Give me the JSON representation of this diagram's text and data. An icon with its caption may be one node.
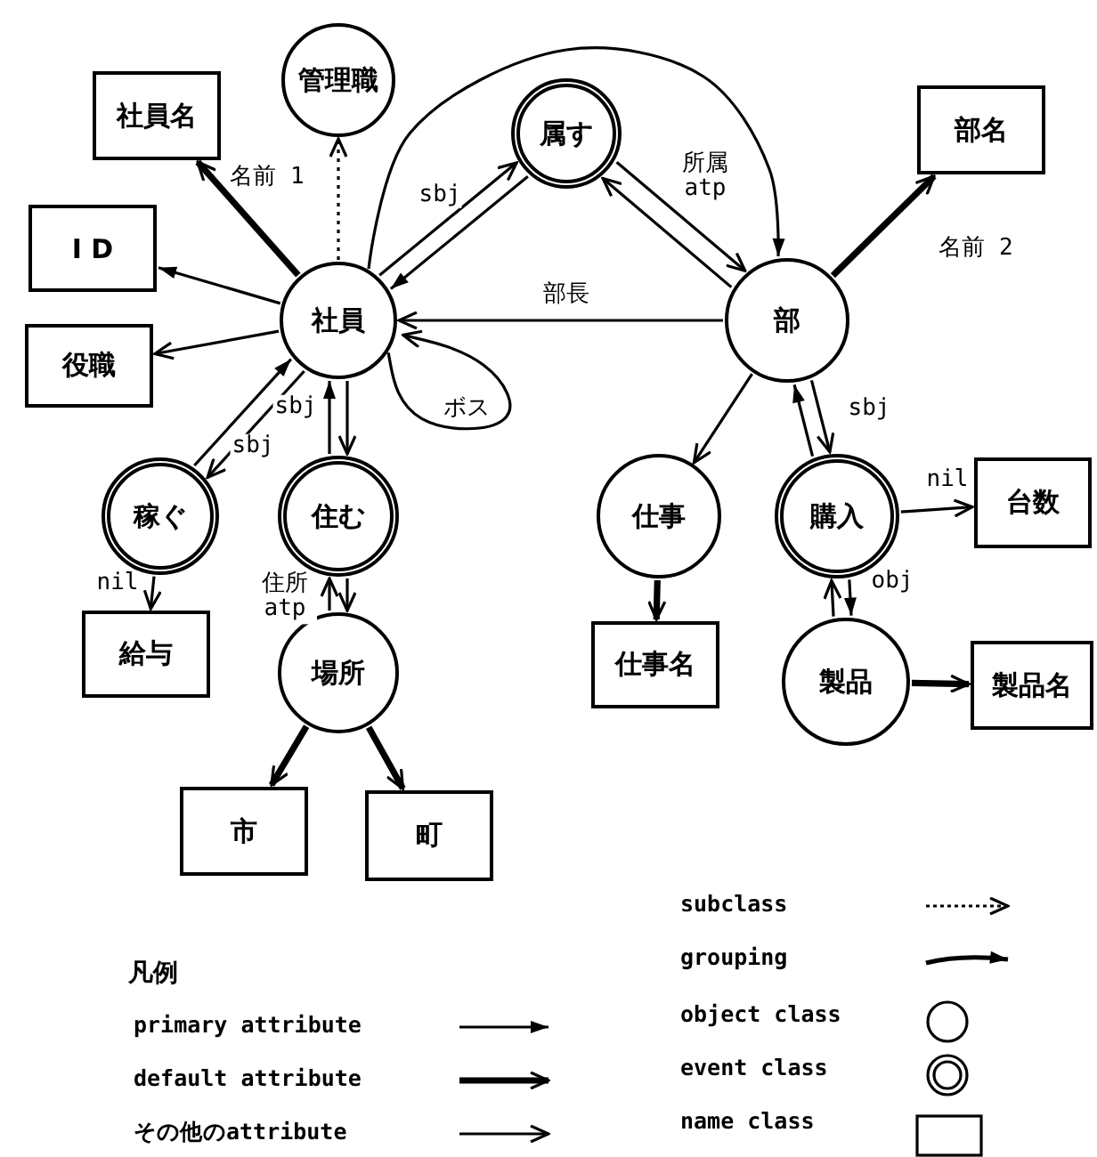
{
  "diagram": {
    "nodes": [
      {
        "text": [
          "管理職"
        ]
      },
      {
        "text": [
          "社員名"
        ]
      },
      {
        "text": [
          "I D"
        ]
      },
      {
        "text": [
          "役職"
        ]
      },
      {
        "text": [
          "社員"
        ]
      },
      {
        "text": [
          "属す"
        ]
      },
      {
        "text": [
          "部"
        ]
      },
      {
        "text": [
          "部名"
        ]
      },
      {
        "text": [
          "稼ぐ"
        ]
      },
      {
        "text": [
          "住む"
        ]
      },
      {
        "text": [
          "給与"
        ]
      },
      {
        "text": [
          "場所"
        ]
      },
      {
        "text": [
          "市"
        ]
      },
      {
        "text": [
          "町"
        ]
      },
      {
        "text": [
          "仕事"
        ]
      },
      {
        "text": [
          "購入"
        ]
      },
      {
        "text": [
          "台数"
        ]
      },
      {
        "text": [
          "仕事名"
        ]
      },
      {
        "text": [
          "製品"
        ]
      },
      {
        "text": [
          "製品名"
        ]
      }
    ],
    "edges": [
      {
        "from": 4,
        "to": 0,
        "arrow": "to",
        "style": "dashed"
      },
      {
        "from": 4,
        "to": 1,
        "arrow": "to",
        "style": "thick",
        "label": "名前 1"
      },
      {
        "from": 4,
        "to": 2,
        "arrow": "to"
      },
      {
        "from": 4,
        "to": 3,
        "arrow": "to"
      },
      {
        "from": 5,
        "to": 4,
        "arrow": "to",
        "label": "sbj"
      },
      {
        "from": 4,
        "to": 5,
        "arrow": "to"
      },
      {
        "from": 4,
        "to": 6,
        "arrow": "to"
      },
      {
        "from": 5,
        "to": 6,
        "arrow": "to",
        "label": "所属 atp"
      },
      {
        "from": 6,
        "to": 5,
        "arrow": "to"
      },
      {
        "from": 6,
        "to": 4,
        "arrow": "to",
        "label": "部長"
      },
      {
        "from": 6,
        "to": 7,
        "arrow": "to",
        "style": "thick",
        "label": "名前 2"
      },
      {
        "from": 4,
        "to": 4,
        "arrow": "to",
        "label": "ボス"
      },
      {
        "from": 8,
        "to": 4,
        "arrow": "to",
        "label": "sbj"
      },
      {
        "from": 4,
        "to": 8,
        "arrow": "to"
      },
      {
        "from": 9,
        "to": 4,
        "arrow": "to",
        "label": "sbj"
      },
      {
        "from": 4,
        "to": 9,
        "arrow": "to"
      },
      {
        "from": 8,
        "to": 10,
        "arrow": "to",
        "label": "nil"
      },
      {
        "from": 9,
        "to": 11,
        "arrow": "to",
        "label": "住所 atp"
      },
      {
        "from": 11,
        "to": 9,
        "arrow": "to"
      },
      {
        "from": 11,
        "to": 12,
        "arrow": "to",
        "style": "thick"
      },
      {
        "from": 11,
        "to": 13,
        "arrow": "to",
        "style": "thick"
      },
      {
        "from": 6,
        "to": 14,
        "arrow": "to"
      },
      {
        "from": 14,
        "to": 17,
        "arrow": "to",
        "style": "thick"
      },
      {
        "from": 6,
        "to": 15,
        "arrow": "to"
      },
      {
        "from": 15,
        "to": 6,
        "arrow": "to",
        "label": "sbj"
      },
      {
        "from": 15,
        "to": 16,
        "arrow": "to",
        "label": "nil"
      },
      {
        "from": 15,
        "to": 18,
        "arrow": "to",
        "label": "obj"
      },
      {
        "from": 18,
        "to": 15,
        "arrow": "to"
      },
      {
        "from": 18,
        "to": 19,
        "arrow": "to",
        "style": "thick"
      }
    ],
    "labels": [
      "凡例"
    ],
    "legend": [
      {
        "text": "primary attribute"
      },
      {
        "text": "default attribute"
      },
      {
        "text": "その他のattribute"
      },
      {
        "text": "subclass"
      },
      {
        "text": "grouping"
      },
      {
        "text": "object class"
      },
      {
        "text": "event class"
      },
      {
        "text": "name class"
      }
    ]
  }
}
